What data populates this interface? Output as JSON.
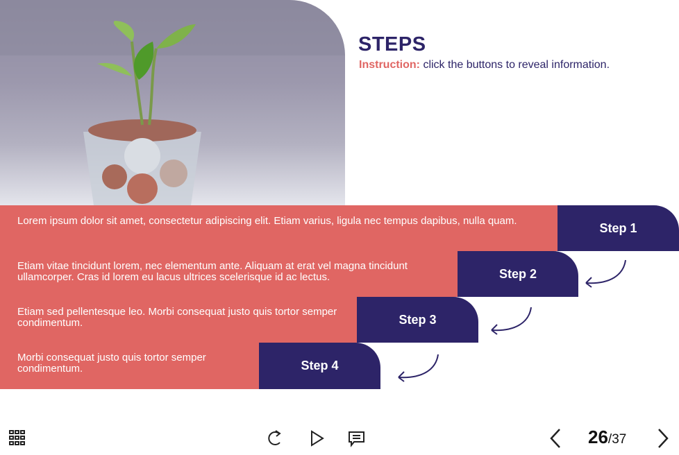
{
  "header": {
    "title": "STEPS",
    "instruction_label": "Instruction:",
    "instruction_text": " click the buttons to reveal information."
  },
  "steps": [
    {
      "label": "Step 1",
      "text": "Lorem ipsum dolor sit amet, consectetur adipiscing elit. Etiam varius, ligula nec tempus dapibus, nulla quam."
    },
    {
      "label": "Step 2",
      "text": "Etiam vitae tincidunt lorem, nec elementum ante. Aliquam at erat vel magna tincidunt ullamcorper. Cras id lorem eu lacus ultrices scelerisque id ac lectus."
    },
    {
      "label": "Step 3",
      "text": "Etiam sed pellentesque leo. Morbi consequat justo quis tortor semper condimentum."
    },
    {
      "label": "Step 4",
      "text": "Morbi consequat justo quis tortor semper condimentum."
    }
  ],
  "footer": {
    "current_page": "26",
    "total_pages": "/37"
  },
  "colors": {
    "accent": "#e06663",
    "navy": "#2d2468"
  }
}
